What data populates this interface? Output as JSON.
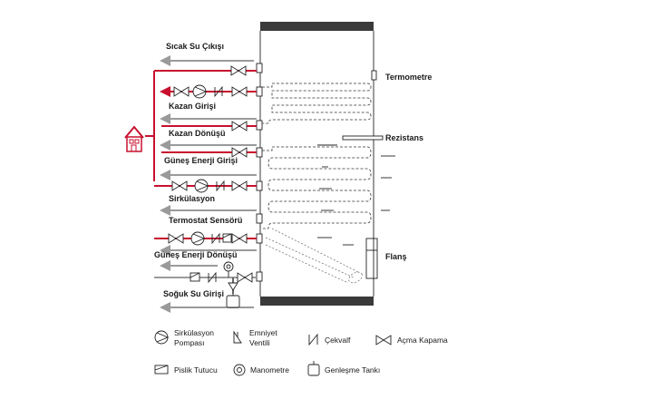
{
  "labels": {
    "sicak_su": "Sıcak Su Çıkışı",
    "kazan_giris": "Kazan Girişi",
    "kazan_donus": "Kazan Dönüşü",
    "gunes_giris": "Güneş Enerji Girişi",
    "sirkulasyon": "Sirkülasyon",
    "termostat": "Termostat Sensörü",
    "gunes_donus": "Güneş Enerji Dönüşü",
    "soguk_su": "Soğuk Su Girişi",
    "termometre": "Termometre",
    "rezistans": "Rezistans",
    "flans": "Flanş"
  },
  "legend": {
    "pompa_line1": "Sirkülasyon",
    "pompa_line2": "Pompası",
    "emniyet_line1": "Emniyet",
    "emniyet_line2": "Ventili",
    "cekvalf": "Çekvalf",
    "acma_kapama": "Açma Kapama",
    "pislik": "Pislik Tutucu",
    "manometre": "Manometre",
    "genlesme": "Genleşme Tankı"
  },
  "icons": [
    "house-icon",
    "pump-icon",
    "safety-valve-icon",
    "check-valve-icon",
    "gate-valve-icon",
    "strainer-icon",
    "manometer-icon",
    "expansion-tank-icon"
  ],
  "colors": {
    "hot": "#c8102e",
    "cold": "#9a9a9a",
    "tank_cap": "#3a3a3a"
  }
}
